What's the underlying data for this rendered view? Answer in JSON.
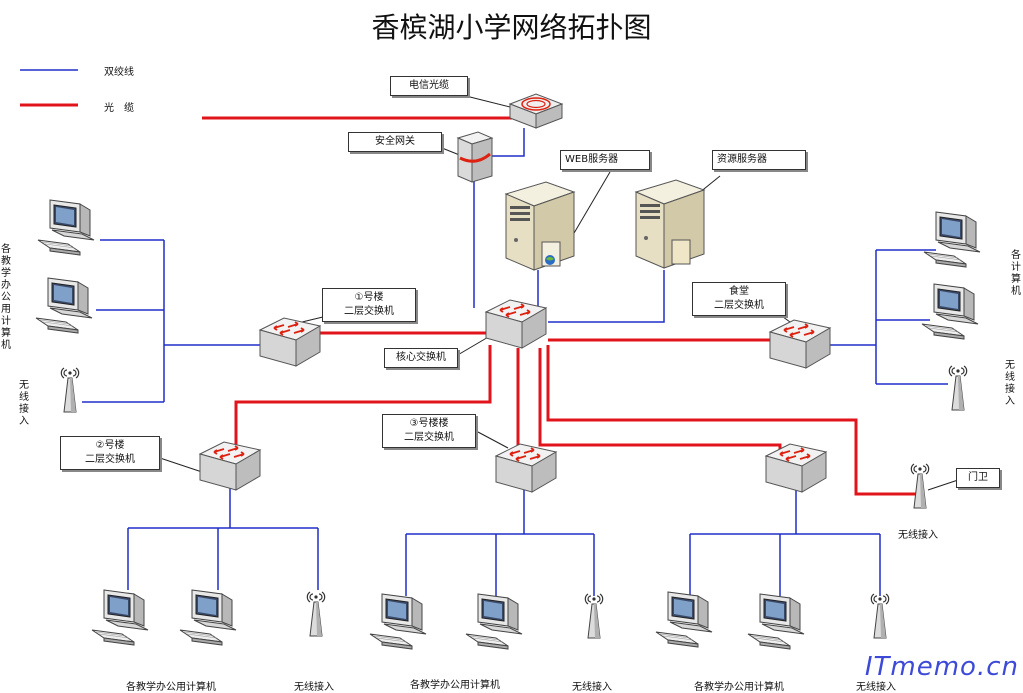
{
  "title": "香槟湖小学网络拓扑图",
  "legend": {
    "twisted_pair": "双绞线",
    "fiber": "光　缆"
  },
  "colors": {
    "twisted_pair": "#1f2fc7",
    "fiber": "#e0141a"
  },
  "labels": {
    "telecom_fiber": "电信光缆",
    "security_gateway": "安全网关",
    "web_server": "WEB服务器",
    "resource_server": "资源服务器",
    "core_switch": "核心交换机",
    "building1_switch": "①号楼\n二层交换机",
    "building2_switch": "②号楼\n二层交换机",
    "building3_switch": "③号楼楼\n二层交换机",
    "canteen_switch": "食堂\n二层交换机",
    "guard": "门卫",
    "wireless_guard": "无线接入",
    "left_computers": "各教学办公用计算机",
    "left_wireless": "无线接入",
    "right_computers": "各计算机",
    "right_wireless": "无线接入",
    "bottom_computers_1": "各教学办公用计算机",
    "bottom_wireless_1": "无线接入",
    "bottom_computers_2": "各教学办公用计算机",
    "bottom_wireless_2": "无线接入",
    "bottom_computers_3": "各教学办公用计算机",
    "bottom_wireless_3": "无线接入"
  },
  "watermark": "ITmemo.cn"
}
